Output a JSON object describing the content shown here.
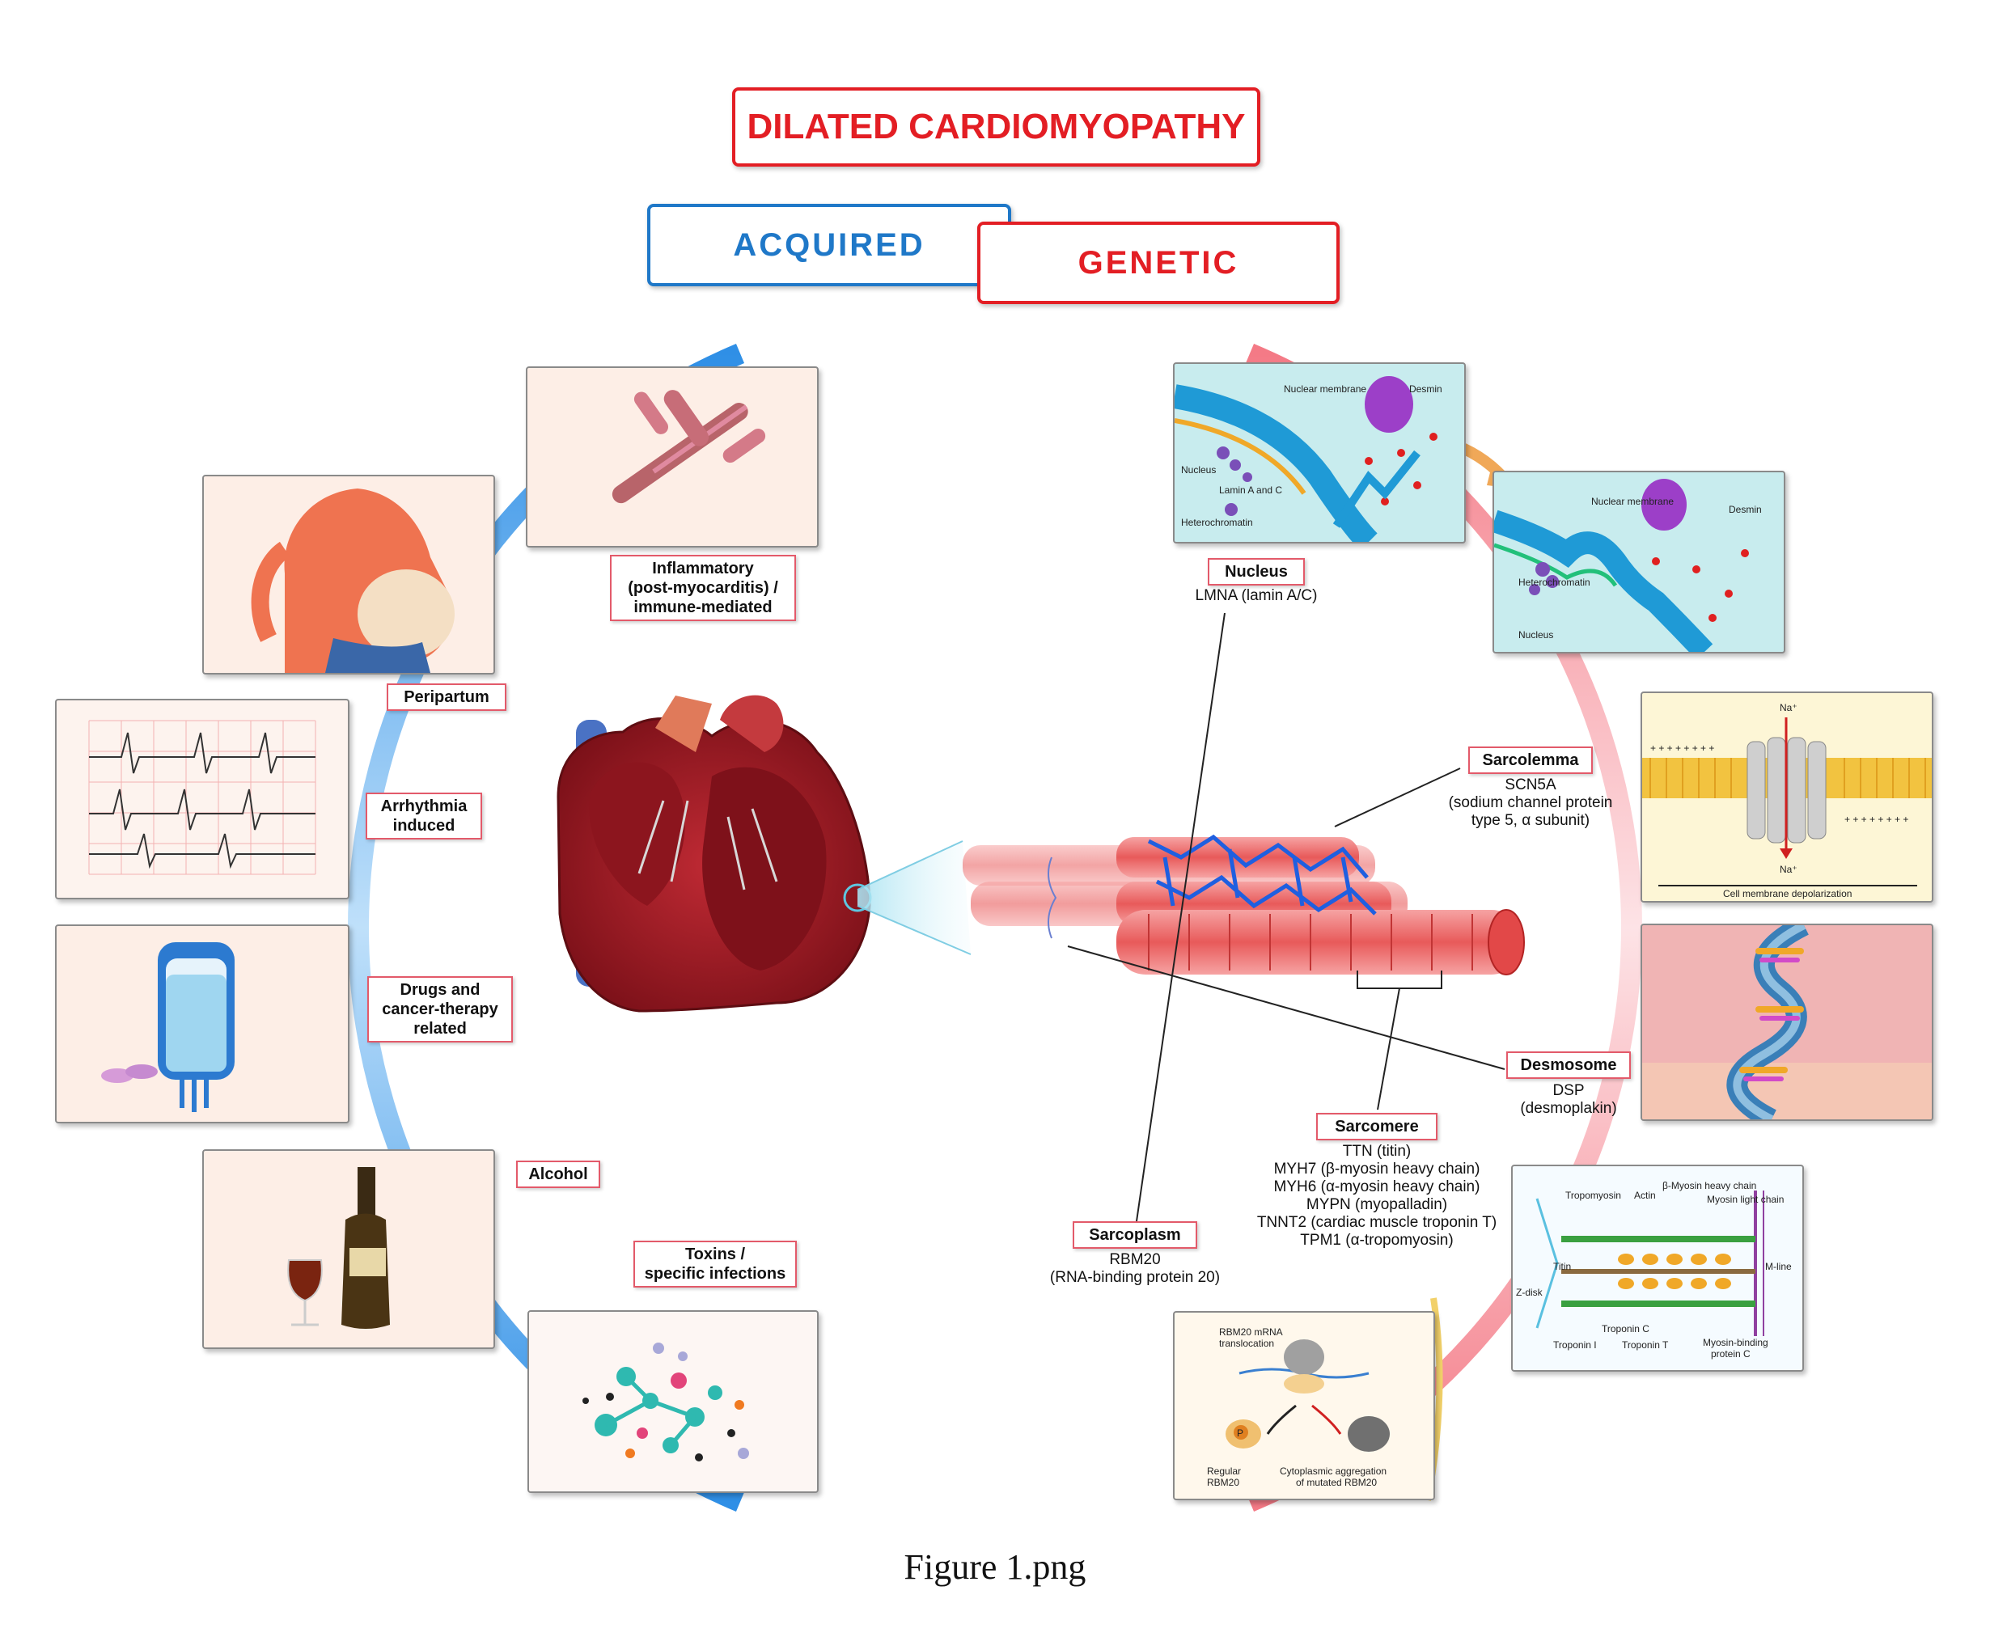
{
  "title": "DILATED CARDIOMYOPATHY",
  "categories": {
    "acquired": "ACQUIRED",
    "genetic": "GENETIC"
  },
  "colors": {
    "acquired": "#1f78c8",
    "genetic": "#e31e24",
    "ring_blue": "#3a9be8",
    "ring_red": "#f27c86"
  },
  "acquired_causes": {
    "inflammatory": [
      "Inflammatory",
      "(post-myocarditis) /",
      "immune-mediated"
    ],
    "peripartum": [
      "Peripartum"
    ],
    "arrhythmia": [
      "Arrhythmia",
      "induced"
    ],
    "drugs": [
      "Drugs and",
      "cancer-therapy",
      "related"
    ],
    "alcohol": [
      "Alcohol"
    ],
    "toxins": [
      "Toxins /",
      "specific infections"
    ]
  },
  "genetic_locations": {
    "nucleus": {
      "label": "Nucleus",
      "genes": [
        "LMNA (lamin A/C)"
      ]
    },
    "sarcolemma": {
      "label": "Sarcolemma",
      "genes": [
        "SCN5A",
        "(sodium channel protein",
        "type 5, α subunit)"
      ]
    },
    "desmosome": {
      "label": "Desmosome",
      "genes": [
        "DSP",
        "(desmoplakin)"
      ]
    },
    "sarcomere": {
      "label": "Sarcomere",
      "genes": [
        "TTN (titin)",
        "MYH7 (β-myosin heavy chain)",
        "MYH6 (α-myosin heavy chain)",
        "MYPN (myopalladin)",
        "TNNT2 (cardiac muscle troponin T)",
        "TPM1 (α-tropomyosin)"
      ]
    },
    "sarcoplasm": {
      "label": "Sarcoplasm",
      "genes": [
        "RBM20",
        "(RNA-binding protein 20)"
      ]
    }
  },
  "panel_labels": {
    "nucleus_a": {
      "nuclear_membrane": "Nuclear membrane",
      "desmin": "Desmin",
      "nucleus": "Nucleus",
      "lamin": "Lamin A and C",
      "heterochromatin": "Heterochromatin"
    },
    "nucleus_b": {
      "nuclear_membrane": "Nuclear membrane",
      "desmin": "Desmin",
      "heterochromatin": "Heterochromatin",
      "nucleus": "Nucleus"
    },
    "sodium": {
      "na_top": "Na⁺",
      "na_bottom": "Na⁺",
      "depolarization": "Cell membrane depolarization",
      "plus_row": "+ + + + + + + +"
    },
    "sarcomere": {
      "tropomyosin": "Tropomyosin",
      "actin": "Actin",
      "heavy_chain": "β-Myosin heavy chain",
      "light_chain": "Myosin light chain",
      "titin": "Titin",
      "zdisk": "Z-disk",
      "mline": "M-line",
      "troponin_c": "Troponin C",
      "troponin_i": "Troponin I",
      "troponin_t": "Troponin T",
      "mybpc": [
        "Myosin-binding",
        "protein C"
      ]
    },
    "rbm20": {
      "translation": [
        "RBM20 mRNA",
        "translocation"
      ],
      "regular": [
        "Regular",
        "RBM20"
      ],
      "aggregation": [
        "Cytoplasmic aggregation",
        "of mutated RBM20"
      ],
      "p": "P"
    }
  },
  "caption": "Figure 1.png"
}
